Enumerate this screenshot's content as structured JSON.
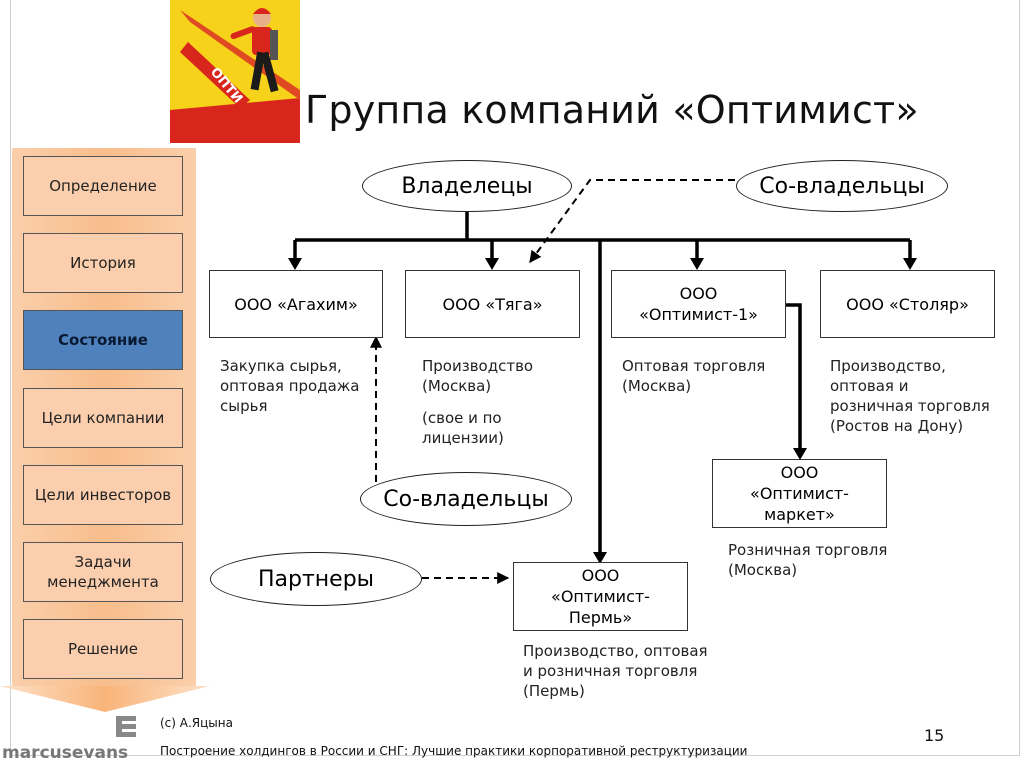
{
  "title": "Группа компаний «Оптимист»",
  "logo_text": "ОПТИ",
  "nav": [
    {
      "label": "Определение",
      "active": false
    },
    {
      "label": "История",
      "active": false
    },
    {
      "label": "Состояние",
      "active": true
    },
    {
      "label": "Цели компании",
      "active": false
    },
    {
      "label": "Цели инвесторов",
      "active": false
    },
    {
      "label": "Задачи менеджмента",
      "active": false
    },
    {
      "label": "Решение",
      "active": false
    }
  ],
  "diagram": {
    "owners": "Владелецы",
    "coowners_top": "Со-владельцы",
    "coowners_mid": "Со-владельцы",
    "partners": "Партнеры",
    "companies": {
      "agakhim": "ООО «Агахим»",
      "tyaga": "ООО «Тяга»",
      "optimist1": "ООО «Оптимист-1»",
      "stolyar": "ООО «Столяр»",
      "market": "ООО «Оптимист-маркет»",
      "perm": "ООО «Оптимист-Пермь»"
    },
    "descriptions": {
      "agakhim": [
        "Закупка сырья,",
        "оптовая продажа",
        "сырья"
      ],
      "tyaga": [
        "Производство",
        "(Москва)"
      ],
      "tyaga_note": [
        "(свое и по",
        "лицензии)"
      ],
      "optimist1": [
        "Оптовая торговля",
        "(Москва)"
      ],
      "stolyar": [
        "Производство,",
        "оптовая и",
        "розничная торговля",
        "(Ростов на Дону)"
      ],
      "market": [
        "Розничная торговля",
        "(Москва)"
      ],
      "perm": [
        "Производство, оптовая",
        "и розничная торговля",
        "(Пермь)"
      ]
    }
  },
  "footer": {
    "author": "(с) А.Яцына",
    "subtitle": "Построение холдингов в России и СНГ: Лучшие практики корпоративной реструктуризации",
    "page_number": "15",
    "brand": "marcusevans"
  },
  "colors": {
    "nav_bg": "#fbcfae",
    "nav_active": "#4f81bd",
    "nav_strip": "#f7a45c",
    "logo_yellow": "#f6d21a",
    "logo_red": "#d9261c"
  }
}
